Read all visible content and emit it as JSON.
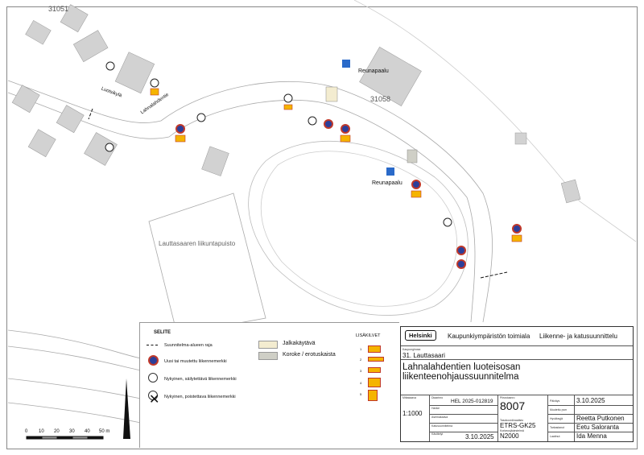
{
  "map": {
    "block_labels": [
      "31051",
      "31058"
    ],
    "street_labels": [
      "Luotsikylä",
      "Lahnalahdentie"
    ],
    "park_label": "Lauttasaaren liikuntapuisto",
    "feature_labels": [
      "Reunapaalu",
      "Reunapaalu"
    ],
    "scale_bar": {
      "ticks": [
        "0",
        "10",
        "20",
        "30",
        "40",
        "50 m"
      ]
    }
  },
  "legend": {
    "title": "SELITE",
    "items": [
      {
        "label": "Suunnitelma-alueen raja",
        "icon": "boundary-line-icon"
      },
      {
        "label": "Uusi tai muutettu liikennemerkki",
        "icon": "new-sign-icon"
      },
      {
        "label": "Nykyinen, säilytettävä liikennemerkki",
        "icon": "kept-sign-icon"
      },
      {
        "label": "Nykyinen, poistettava liikennemerkki",
        "icon": "removed-sign-icon"
      }
    ],
    "areas": [
      {
        "label": "Jalkakäytävä",
        "color": "#f3ecd0"
      },
      {
        "label": "Koroke / erotuskaista",
        "color": "#cfcfc6"
      }
    ],
    "additional_signs_title": "LISÄKILVET",
    "additional_signs": [
      "1",
      "2",
      "3",
      "4",
      "5"
    ]
  },
  "title_block": {
    "organization": "Helsinki",
    "division": "Kaupunkiympäristön toimiala",
    "department": "Liikenne- ja katusuunnittelu",
    "district_label": "Kaupunginosa",
    "district": "31. Lauttasaari",
    "plan_title": "Lahnalahdentien luoteisosan liikenteenohjaussuunnitelma",
    "scale_label": "Mittakaava",
    "scale": "1:1000",
    "diary_label": "Diaarinro",
    "diary": "HEL 2025-012819",
    "project_label": "Hanke",
    "subject_label": "Asemakaava",
    "street_plan_label": "Katusuunnitelma",
    "handler_label": "Käsittelyt",
    "handler_date": "3.10.2025",
    "drawing_no_label": "Piirustusnro",
    "drawing_no": "8007",
    "coord_label": "Tasokoordinaatisto",
    "coord": "ETRS-GK25",
    "height_label": "Korkeusjärjestelmä",
    "height": "N2000",
    "date_label": "Päiväys",
    "date": "3.10.2025",
    "modified_label": "Muutettu pvm",
    "approved_label": "Hyväksyjä",
    "approved": "Reetta Putkonen",
    "checked_label": "Tarkastanut",
    "checked": "Eetu Saloranta",
    "drawn_label": "Laatinut",
    "drawn": "Ida Menna"
  }
}
